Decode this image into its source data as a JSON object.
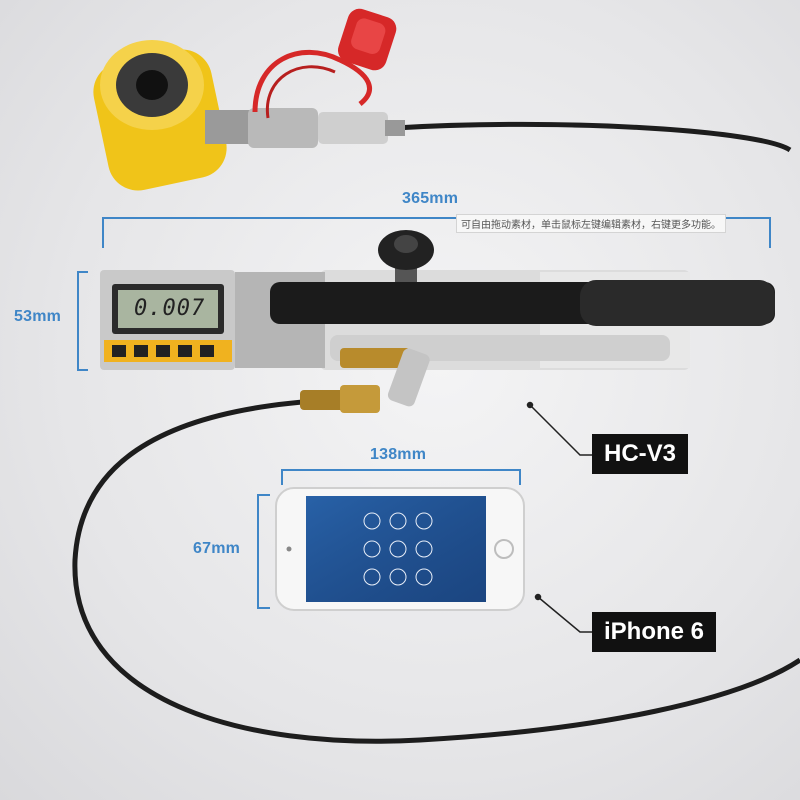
{
  "dimensions": {
    "length": "365mm",
    "height": "53mm",
    "phone_length": "138mm",
    "phone_height": "67mm"
  },
  "note": "可自由拖动素材，单击鼠标左键编辑素材，右键更多功能。",
  "labels": {
    "device": "HC-V3",
    "phone": "iPhone 6"
  },
  "lcd_reading": "0.007",
  "colors": {
    "dimension_blue": "#3f86c7",
    "cylinder_yellow": "#f0c419",
    "cap_red": "#d62828",
    "tag_black": "#111111"
  }
}
